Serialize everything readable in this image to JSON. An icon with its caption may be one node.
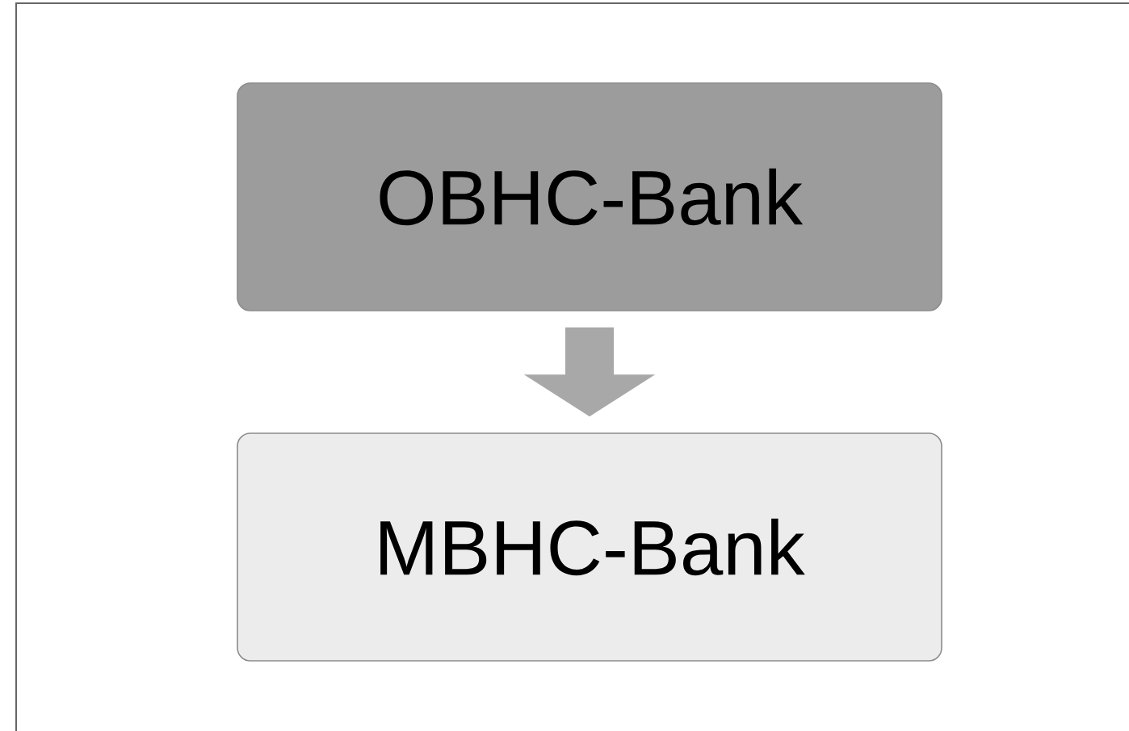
{
  "diagram": {
    "nodes": [
      {
        "text": [
          "OBHC-Bank"
        ]
      },
      {
        "text": [
          "MBHC-Bank"
        ]
      }
    ],
    "edges": [
      {
        "from": 0,
        "to": 1,
        "arrow": "to"
      }
    ]
  }
}
